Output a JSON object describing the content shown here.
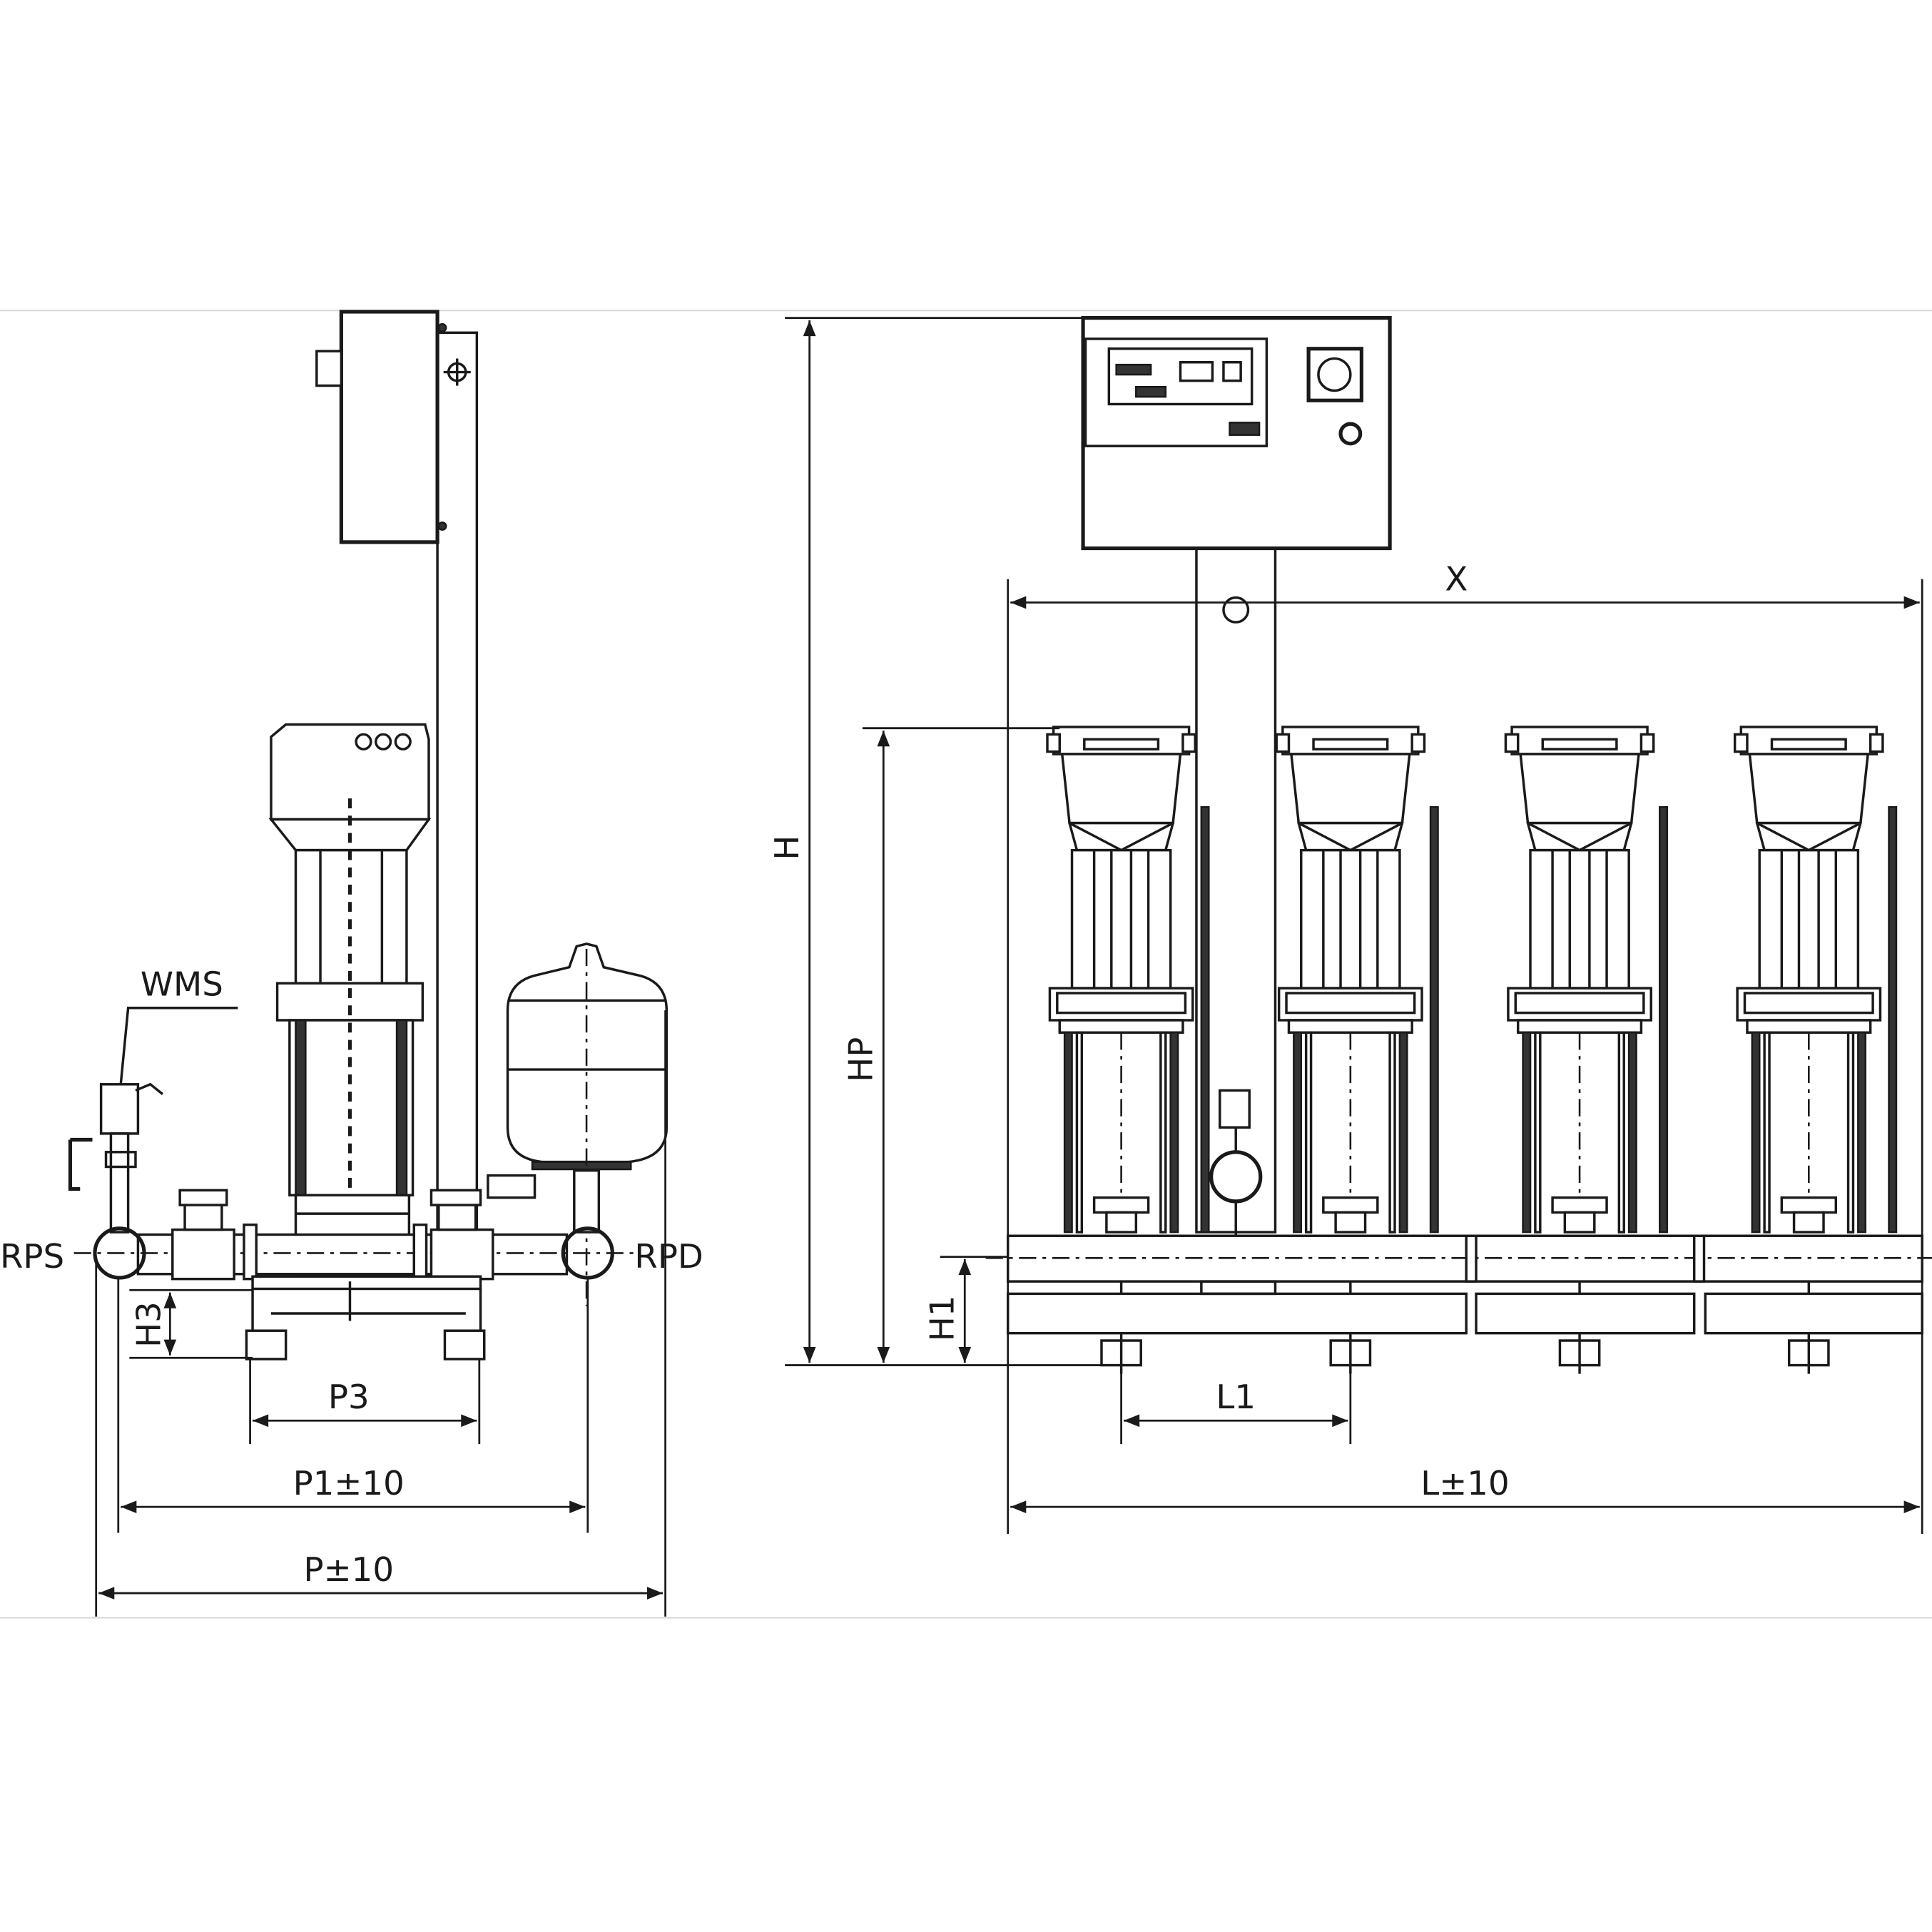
{
  "side_view": {
    "labels": {
      "wms": "WMS",
      "rps": "RPS",
      "rpd": "RPD"
    },
    "dimensions": {
      "h3": "H3",
      "p3": "P3",
      "p1": "P1±10",
      "p": "P±10"
    }
  },
  "front_view": {
    "dimensions": {
      "h": "H",
      "hp": "HP",
      "h1": "H1",
      "x": "X",
      "l1": "L1",
      "l": "L±10"
    },
    "pump_count": 4
  }
}
